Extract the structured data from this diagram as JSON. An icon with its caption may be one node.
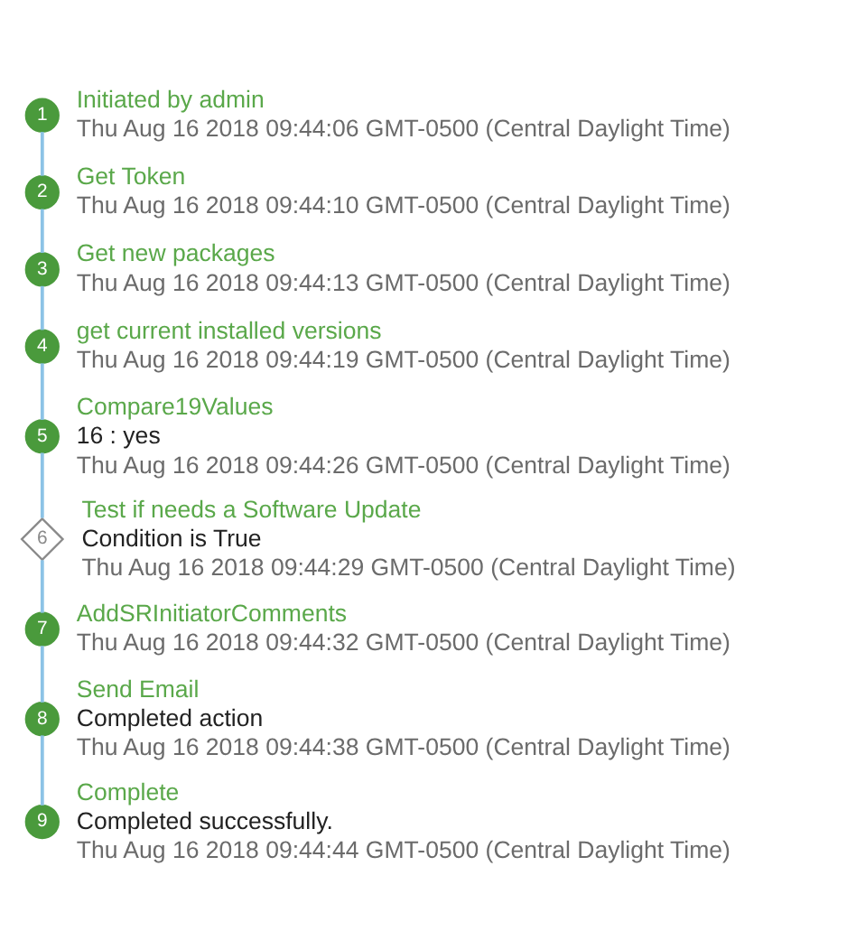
{
  "diagram": {
    "nodes": [
      {
        "text": [
          "1"
        ],
        "beside": [
          "Initiated by admin",
          "Thu Aug 16 2018 09:44:06 GMT-0500 (Central Daylight Time)"
        ]
      },
      {
        "text": [
          "2"
        ],
        "beside": [
          "Get Token",
          "Thu Aug 16 2018 09:44:10 GMT-0500 (Central Daylight Time)"
        ]
      },
      {
        "text": [
          "3"
        ],
        "beside": [
          "Get new packages",
          "Thu Aug 16 2018 09:44:13 GMT-0500 (Central Daylight Time)"
        ]
      },
      {
        "text": [
          "4"
        ],
        "beside": [
          "get current installed versions",
          "Thu Aug 16 2018 09:44:19 GMT-0500 (Central Daylight Time)"
        ]
      },
      {
        "text": [
          "5"
        ],
        "beside": [
          "Compare19Values",
          "16 : yes",
          "Thu Aug 16 2018 09:44:26 GMT-0500 (Central Daylight Time)"
        ]
      },
      {
        "text": [
          "6"
        ],
        "beside": [
          "Test if needs a Software Update",
          "Condition is True",
          "Thu Aug 16 2018 09:44:29 GMT-0500 (Central Daylight Time)"
        ]
      },
      {
        "text": [
          "7"
        ],
        "beside": [
          "AddSRInitiatorComments",
          "Thu Aug 16 2018 09:44:32 GMT-0500 (Central Daylight Time)"
        ]
      },
      {
        "text": [
          "8"
        ],
        "beside": [
          "Send Email",
          "Completed action",
          "Thu Aug 16 2018 09:44:38 GMT-0500 (Central Daylight Time)"
        ]
      },
      {
        "text": [
          "9"
        ],
        "beside": [
          "Complete",
          "Completed successfully.",
          "Thu Aug 16 2018 09:44:44 GMT-0500 (Central Daylight Time)"
        ]
      }
    ],
    "edges": [
      {
        "from": 0,
        "to": 1,
        "arrow": "none"
      },
      {
        "from": 1,
        "to": 2,
        "arrow": "none"
      },
      {
        "from": 2,
        "to": 3,
        "arrow": "none"
      },
      {
        "from": 3,
        "to": 4,
        "arrow": "none"
      },
      {
        "from": 4,
        "to": 5,
        "arrow": "none"
      },
      {
        "from": 5,
        "to": 6,
        "arrow": "none"
      },
      {
        "from": 6,
        "to": 7,
        "arrow": "none"
      },
      {
        "from": 7,
        "to": 8,
        "arrow": "none"
      }
    ]
  }
}
